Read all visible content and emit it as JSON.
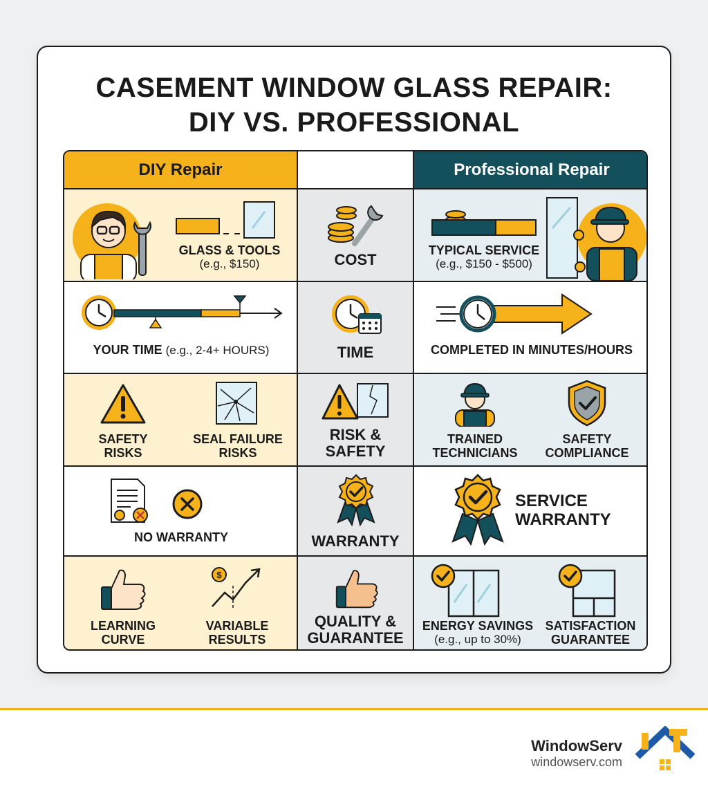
{
  "title_line1": "Casement Window Glass Repair:",
  "title_line2": "DIY vs. Professional",
  "headers": {
    "diy": "DIY Repair",
    "pro": "Professional Repair"
  },
  "rows": {
    "cost": {
      "label": "Cost",
      "diy_title": "Glass & Tools",
      "diy_sub": "(e.g., $150)",
      "pro_title": "Typical Service",
      "pro_sub": "(e.g., $150 - $500)"
    },
    "time": {
      "label": "Time",
      "diy_title": "Your Time",
      "diy_sub": "(e.g., 2-4+ HOURS)",
      "pro_title": "Completed in Minutes/Hours"
    },
    "risk": {
      "label_line1": "Risk &",
      "label_line2": "Safety",
      "diy_a_line1": "Safety",
      "diy_a_line2": "Risks",
      "diy_b_line1": "Seal Failure",
      "diy_b_line2": "Risks",
      "pro_a_line1": "Trained",
      "pro_a_line2": "Technicians",
      "pro_b_line1": "Safety",
      "pro_b_line2": "Compliance"
    },
    "warranty": {
      "label": "Warranty",
      "diy": "No Warranty",
      "pro_line1": "Service",
      "pro_line2": "Warranty"
    },
    "quality": {
      "label_line1": "Quality &",
      "label_line2": "Guarantee",
      "diy_a_line1": "Learning",
      "diy_a_line2": "Curve",
      "diy_b_line1": "Variable",
      "diy_b_line2": "Results",
      "pro_a_title": "Energy Savings",
      "pro_a_sub": "(e.g., up to 30%)",
      "pro_b_line1": "Satisfaction",
      "pro_b_line2": "Guarantee"
    }
  },
  "brand": {
    "name": "WindowServ",
    "url": "windowserv.com"
  },
  "colors": {
    "accent": "#f5b21a",
    "teal": "#14505c",
    "diy_bg": "#fdf1cf",
    "pro_bg": "#e6eef1",
    "mid_bg": "#e7e8ea"
  }
}
